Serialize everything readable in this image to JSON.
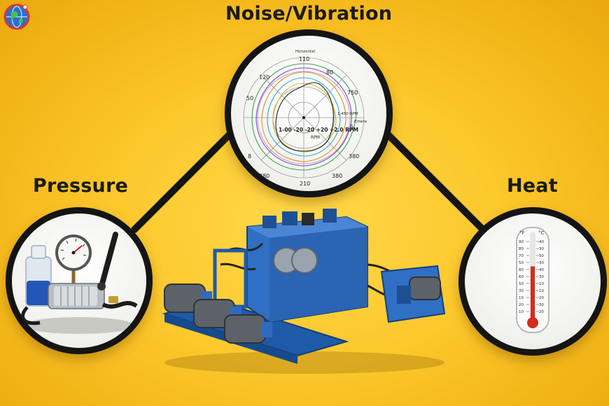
{
  "noise_title": "Noise/Vibration",
  "pressure_title": "Pressure",
  "heat_title": "Heat",
  "polar_chart": {
    "title": "Horizontal",
    "legend_label": "Emera",
    "labels": [
      "110",
      "80",
      "750",
      "1,450 RPM",
      "5",
      "380",
      "380",
      "210",
      "380",
      "8",
      "50",
      "120",
      "1-00 -20 -20 +20 +2.0 RPM",
      "RPM"
    ]
  },
  "thermometer": {
    "left_unit": "°F",
    "right_unit": "°C",
    "fahrenheit_ticks": [
      "90",
      "80",
      "70",
      "50",
      "80",
      "60",
      "50",
      "30",
      "10",
      "20",
      "10"
    ],
    "celsius_ticks": [
      "40",
      "30",
      "50",
      "30",
      "40",
      "30",
      "10",
      "10",
      "20",
      "30",
      "20"
    ],
    "level": 0.62
  },
  "colors": {
    "background": "#fcc82c",
    "ring": "#141414",
    "machine_blue": "#2f6fc4",
    "mercury": "#d62b1e"
  },
  "icons": [
    "globe-logo-icon",
    "pressure-gauge-icon",
    "thermometer-icon",
    "hydraulic-power-unit"
  ]
}
